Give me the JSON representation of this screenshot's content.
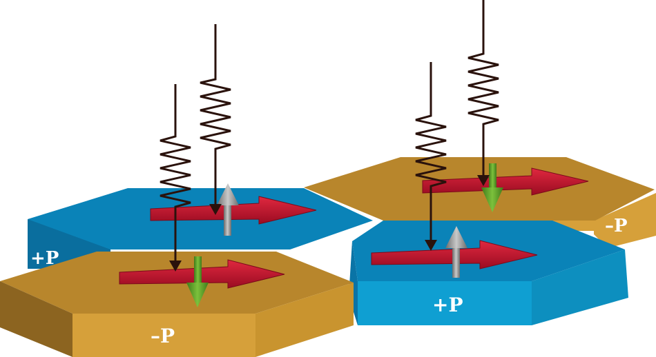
{
  "labels": {
    "blue_left": "+P",
    "blue_right": "+P",
    "gold_left": "–P",
    "gold_right": "–P"
  },
  "colors": {
    "blue_top": "#0a83b8",
    "blue_side": "#0f9fd2",
    "blue_dark": "#075f88",
    "gold_top": "#b8862c",
    "gold_side": "#d6a03a",
    "gold_dark": "#8c6420",
    "red_arrow": "#c8102e",
    "red_arrow_dark": "#8e0a1f",
    "grey_arrow": "#8c8c8c",
    "green_arrow": "#5a9a2a",
    "probe": "#2a120c"
  }
}
